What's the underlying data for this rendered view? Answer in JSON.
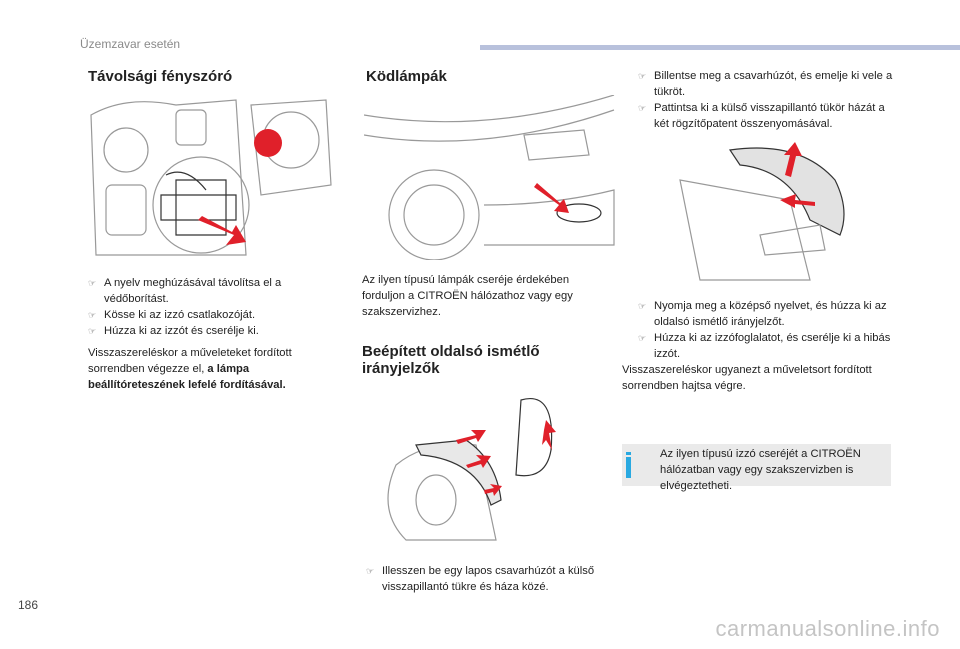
{
  "header": {
    "section": "Üzemzavar esetén"
  },
  "col1": {
    "title": "Távolsági fényszóró",
    "steps": [
      "A nyelv meghúzásával távolítsa el a védőborítást.",
      "Kösse ki az izzó csatlakozóját.",
      "Húzza ki az izzót és cserélje ki."
    ],
    "para_normal": "Visszaszereléskor a műveleteket fordított sorrendben végezze el, ",
    "para_bold": "a lámpa beállítóreteszének lefelé fordításával."
  },
  "col2": {
    "title": "Ködlámpák",
    "para": "Az ilyen típusú lámpák cseréje érdekében forduljon a CITROËN hálózathoz vagy egy szakszervizhez.",
    "title2": "Beépített oldalsó ismétlő irányjelzők",
    "steps": [
      "Illesszen be egy lapos csavarhúzót a külső visszapillantó tükre és háza közé."
    ]
  },
  "col3": {
    "steps_top": [
      "Billentse meg a csavarhúzót, és emelje ki vele a tükröt.",
      "Pattintsa ki a külső visszapillantó tükör házát a két rögzítőpatent összenyomásával."
    ],
    "steps_bottom": [
      "Nyomja meg a középső nyelvet, és húzza ki az oldalsó ismétlő irányjelzőt.",
      "Húzza ki az izzófoglalatot, és cserélje ki a hibás izzót."
    ],
    "para": "Visszaszereléskor ugyanezt a műveletsort fordított sorrendben hajtsa végre.",
    "note": "Az ilyen típusú izzó cseréjét a CITROËN hálózatban vagy egy szakszervizben is elvégeztetheti."
  },
  "page_number": "186",
  "watermark": "carmanualsonline.info",
  "bullet_icon": "pointing-hand-icon",
  "colors": {
    "accent_bar": "#b8c1dc",
    "arrow_red": "#e0202a",
    "info_blue": "#29a9e1",
    "note_bg": "#eaeaea"
  }
}
